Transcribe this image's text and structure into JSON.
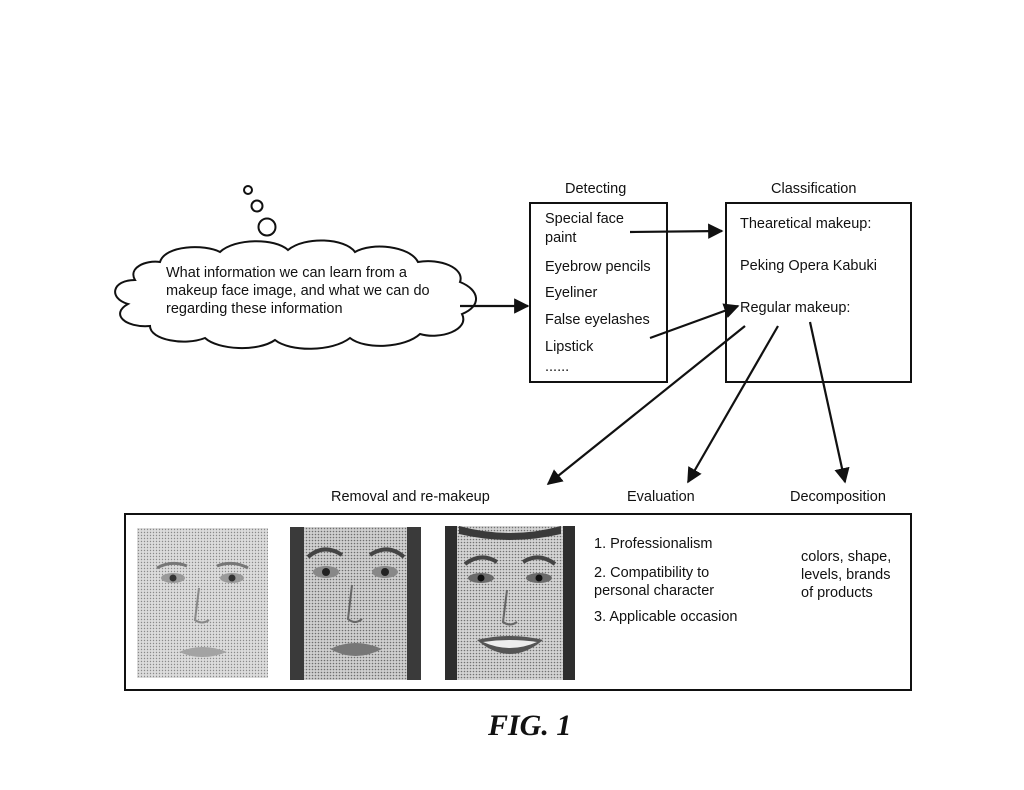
{
  "thought": {
    "lines": [
      "What information we can learn from a",
      "makeup face image, and what we can do",
      "regarding these information"
    ]
  },
  "detecting": {
    "title": "Detecting",
    "items": [
      "Special face",
      "paint",
      "Eyebrow pencils",
      "Eyeliner",
      "False eyelashes",
      "Lipstick",
      "......"
    ]
  },
  "classification": {
    "title": "Classification",
    "items": [
      "Thearetical makeup:",
      "Peking Opera  Kabuki",
      "Regular makeup:"
    ]
  },
  "outputs": {
    "removal_label": "Removal and re-makeup",
    "evaluation_label": "Evaluation",
    "decomposition_label": "Decomposition",
    "evaluation_items": [
      "1. Professionalism",
      "2. Compatibility to",
      "personal character",
      "3. Applicable occasion"
    ],
    "decomposition_items": [
      "colors, shape,",
      "levels, brands",
      "of products"
    ]
  },
  "figure_label": "FIG. 1"
}
